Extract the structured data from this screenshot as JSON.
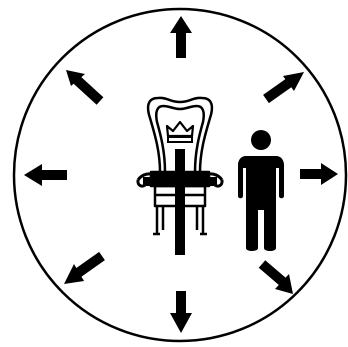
{
  "diagram": {
    "stroke_color": "#000000",
    "fill_color": "#000000",
    "background": "#ffffff",
    "arrow_directions": [
      "up",
      "up-right",
      "right",
      "down-right",
      "down",
      "down-left",
      "left",
      "up-left"
    ],
    "highlighted_arrow": "down-right",
    "elements": [
      "outer-circle",
      "throne",
      "crown",
      "cross",
      "person"
    ]
  }
}
